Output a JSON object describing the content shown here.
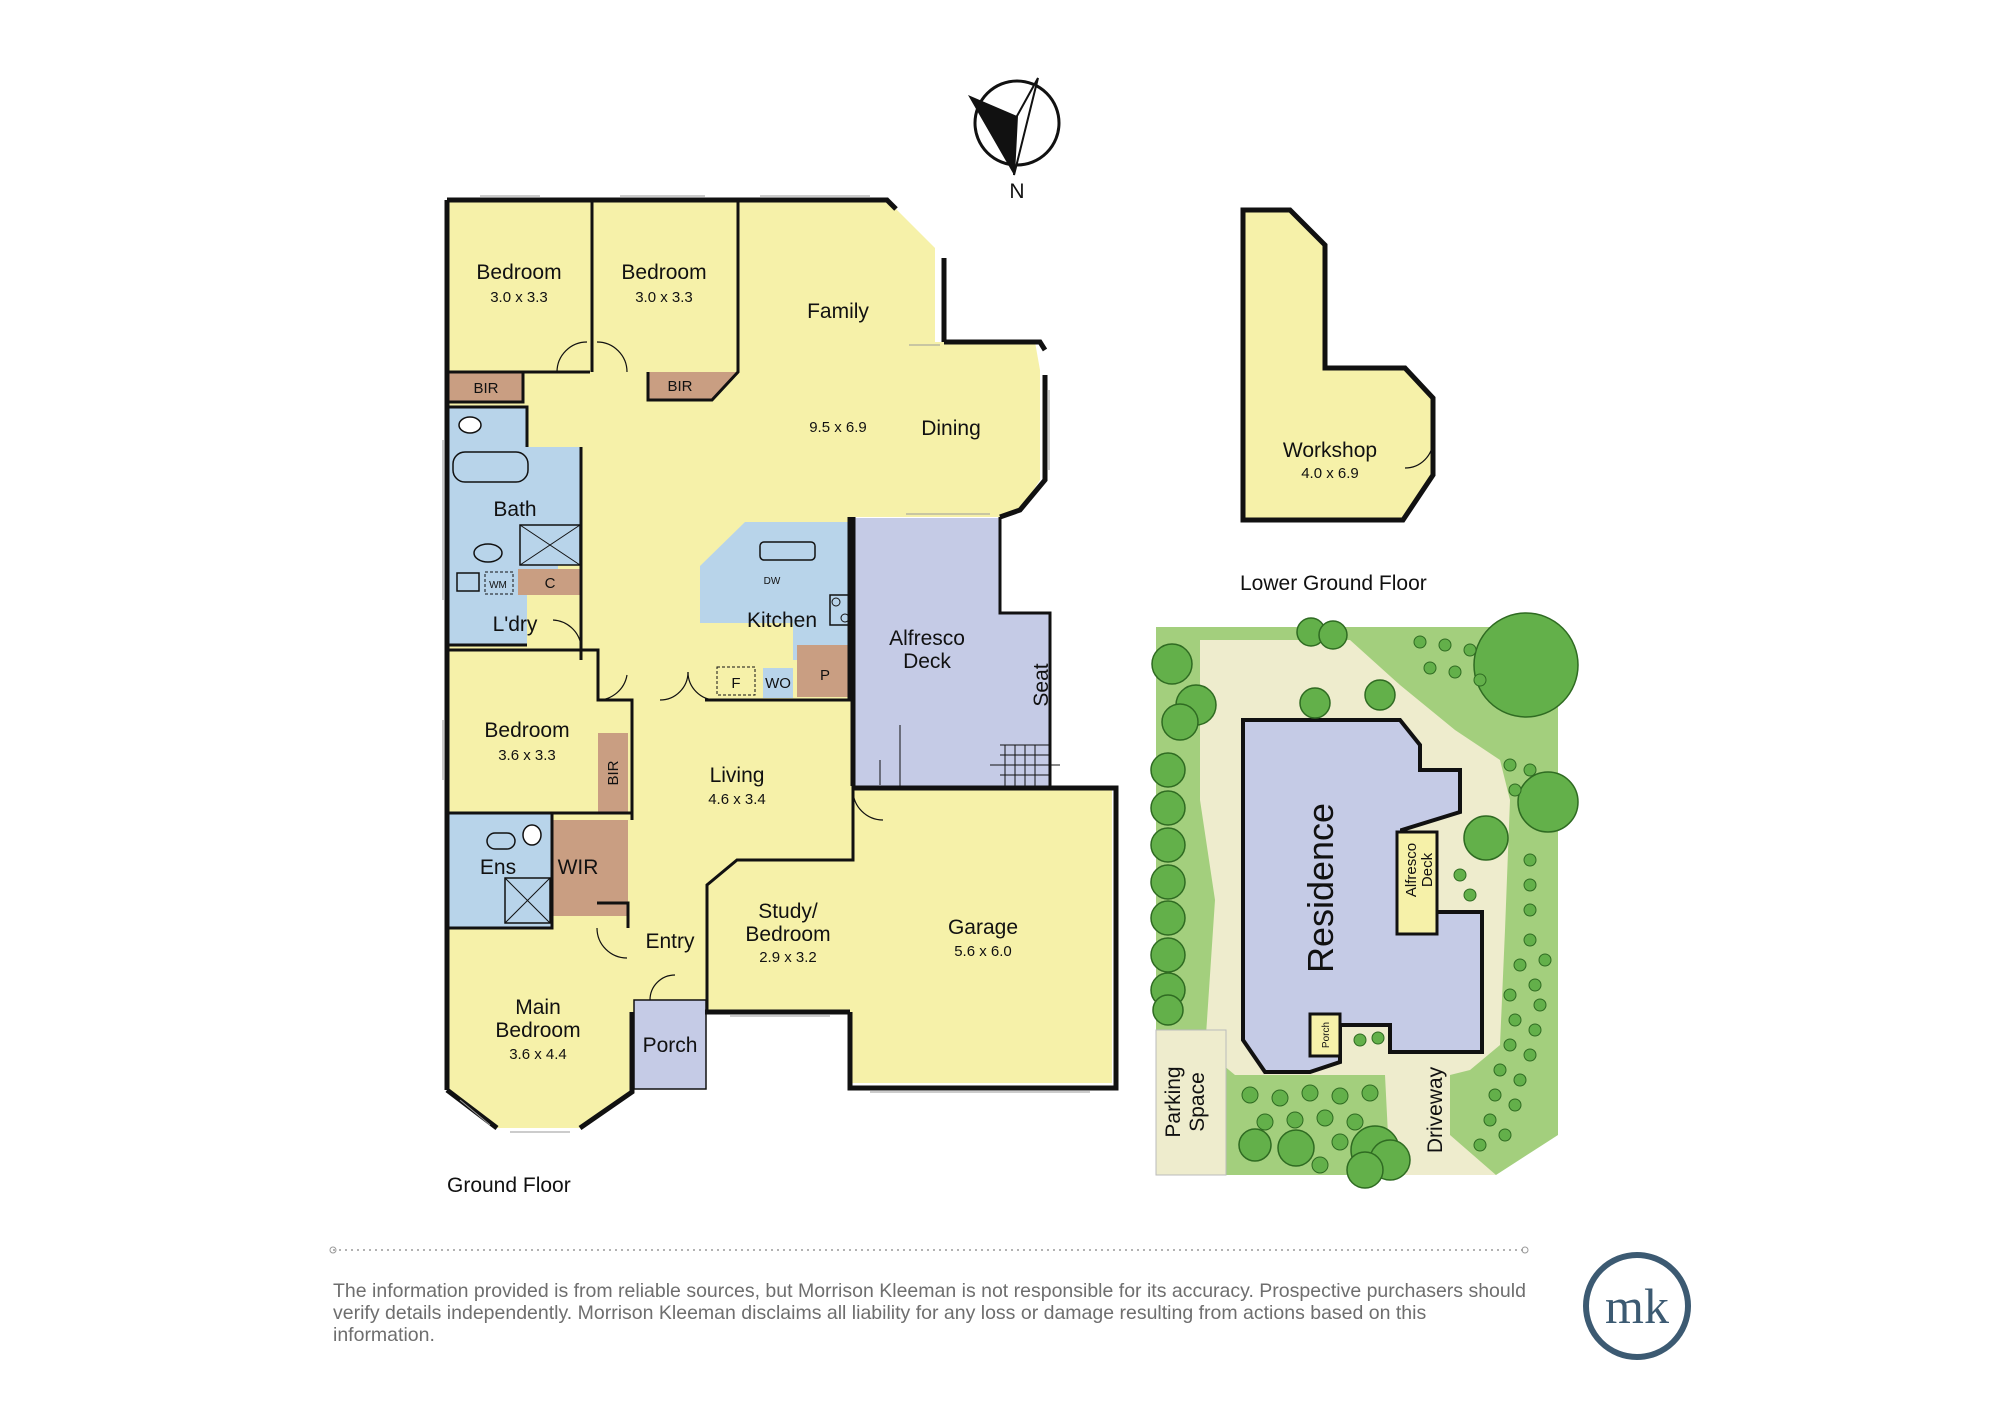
{
  "floors": {
    "ground": "Ground Floor",
    "lower": "Lower Ground Floor"
  },
  "compass": {
    "label": "N"
  },
  "rooms": {
    "bed1": {
      "name": "Bedroom",
      "dim": "3.0 x 3.3"
    },
    "bed2": {
      "name": "Bedroom",
      "dim": "3.0 x 3.3"
    },
    "family": {
      "name": "Family"
    },
    "dining": {
      "name": "Dining",
      "dim": "9.5 x 6.9"
    },
    "bir1": "BIR",
    "bir2": "BIR",
    "bath": "Bath",
    "laundry": "L'dry",
    "wm": "WM",
    "cupboard": "C",
    "kitchen": "Kitchen",
    "dw": "DW",
    "fridge": "F",
    "wo": "WO",
    "pantry": "P",
    "alfresco": [
      "Alfresco",
      "Deck"
    ],
    "seat": "Seat",
    "bed3": {
      "name": "Bedroom",
      "dim": "3.6 x 3.3"
    },
    "bir3": "BIR",
    "living": {
      "name": "Living",
      "dim": "4.6 x 3.4"
    },
    "ens": "Ens",
    "wir": "WIR",
    "entry": "Entry",
    "study": {
      "name": [
        "Study/",
        "Bedroom"
      ],
      "dim": "2.9 x 3.2"
    },
    "garage": {
      "name": "Garage",
      "dim": "5.6 x 6.0"
    },
    "main": {
      "name": [
        "Main",
        "Bedroom"
      ],
      "dim": "3.6 x 4.4"
    },
    "porch": "Porch",
    "workshop": {
      "name": "Workshop",
      "dim": "4.0 x 6.9"
    }
  },
  "site": {
    "residence": "Residence",
    "alfresco": [
      "Alfresco",
      "Deck"
    ],
    "porch": "Porch",
    "parking": [
      "Parking",
      "Space"
    ],
    "driveway": "Driveway"
  },
  "disclaimer": "The information provided is from reliable sources, but Morrison Kleeman is not responsible for its accuracy. Prospective purchasers should verify details independently. Morrison Kleeman disclaims all liability for any loss or damage resulting from actions based on this information.",
  "logo": "mk",
  "colors": {
    "room": "#f6f1a9",
    "wet": "#b8d4ea",
    "robe": "#c99e82",
    "deck": "#c5cbe6",
    "site_grass": "#a3cf7d",
    "site_path": "#eeeccd",
    "tree": "#63b04a",
    "logo": "#3c5a72"
  }
}
